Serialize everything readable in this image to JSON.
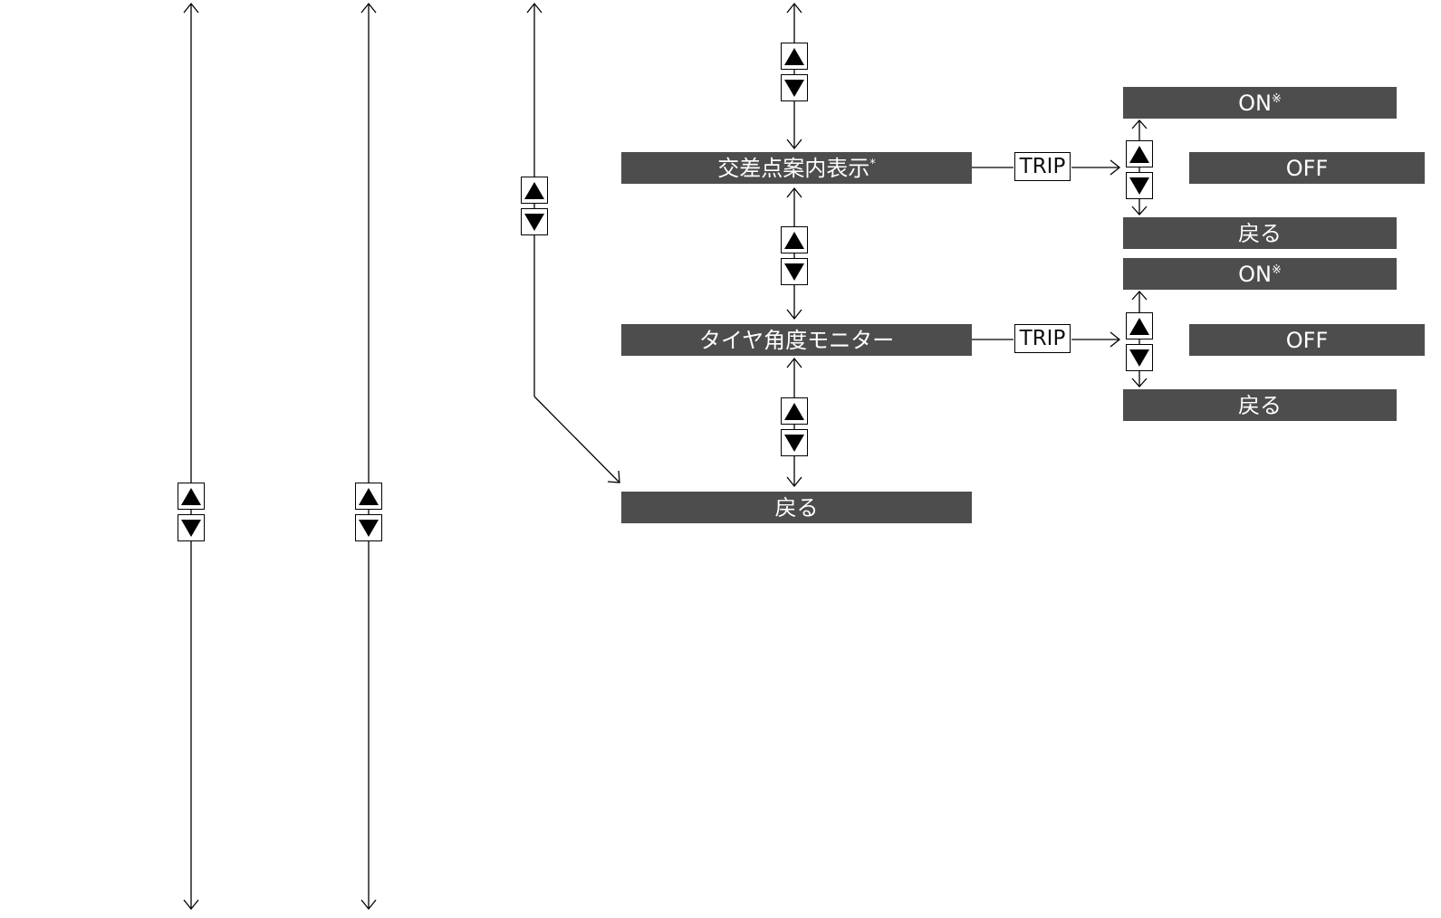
{
  "menu": {
    "intersection": {
      "label": "交差点案内表示",
      "mark": "*"
    },
    "tire": {
      "label": "タイヤ角度モニター"
    },
    "back": {
      "label": "戻る"
    }
  },
  "trip_label": "TRIP",
  "intersection_options": {
    "on": {
      "label": "ON",
      "mark": "※"
    },
    "off": {
      "label": "OFF"
    },
    "back": {
      "label": "戻る"
    }
  },
  "tire_options": {
    "on": {
      "label": "ON",
      "mark": "※"
    },
    "off": {
      "label": "OFF"
    },
    "back": {
      "label": "戻る"
    }
  },
  "colors": {
    "bar": "#4d4d4d",
    "bar_text": "#ffffff",
    "line": "#000000"
  },
  "icons": {
    "up": "up-triangle-icon",
    "down": "down-triangle-icon",
    "arrow": "arrowhead-icon"
  }
}
